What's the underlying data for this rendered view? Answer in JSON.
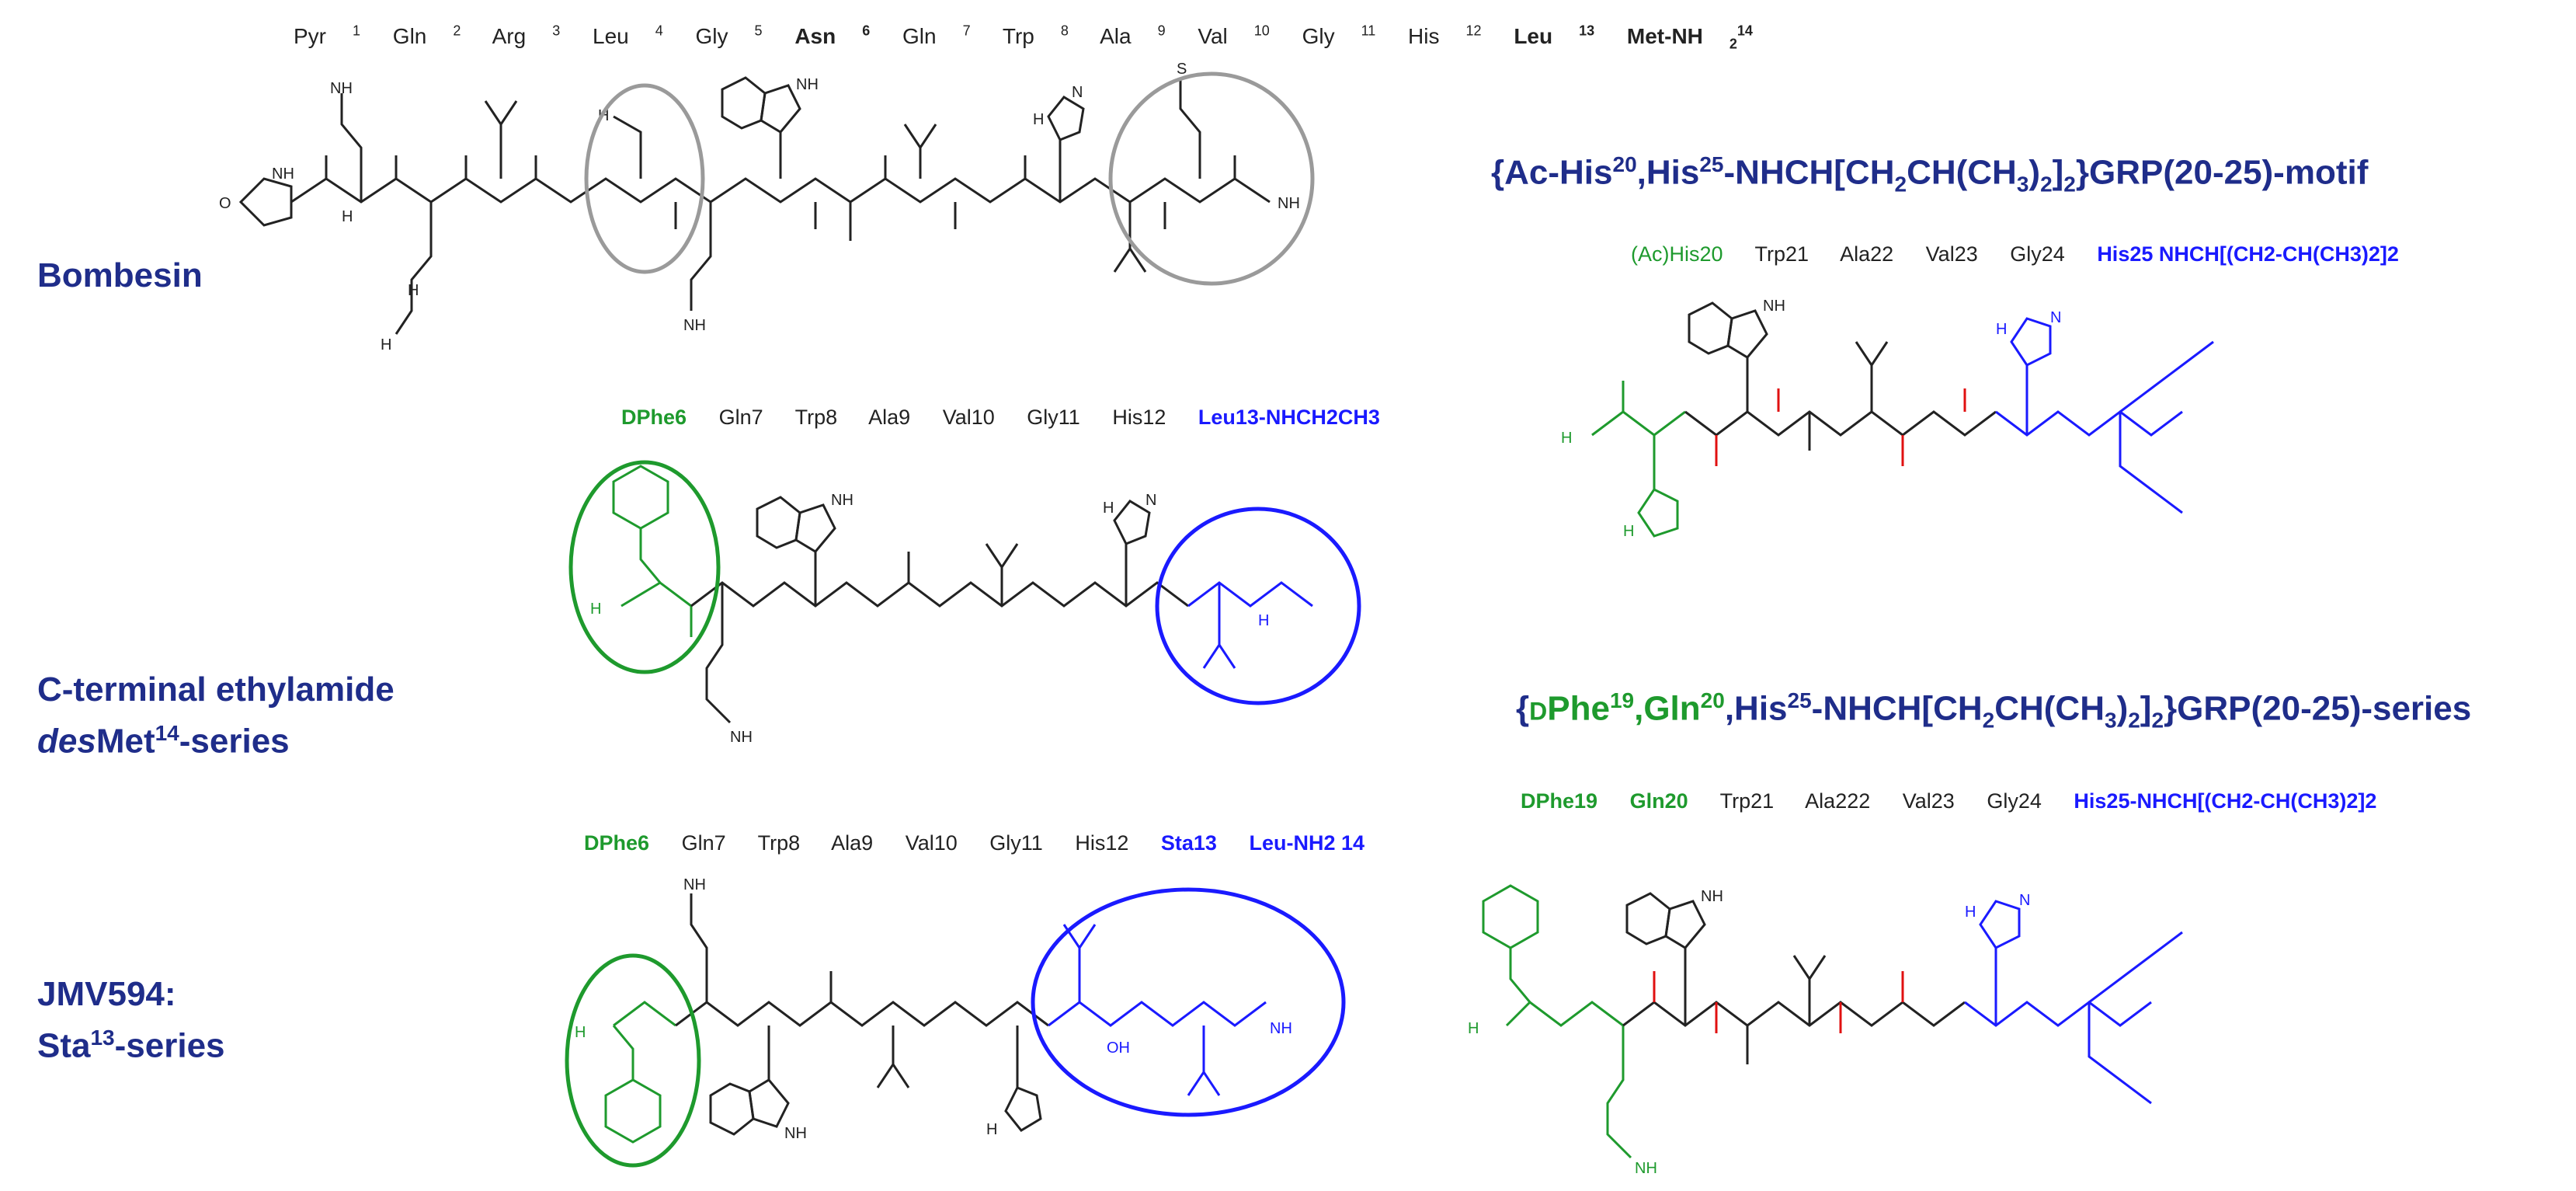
{
  "labels": {
    "bombesin": "Bombesin",
    "ethylamide_line1": "C-terminal  ethylamide",
    "ethylamide_line2_italic": "des",
    "ethylamide_line2_rest": "Met",
    "ethylamide_line2_sup": "14",
    "ethylamide_line2_end": "-series",
    "jmv_line1": "JMV594:",
    "jmv_line2": "Sta",
    "jmv_line2_sup": "13",
    "jmv_line2_end": "-series"
  },
  "titles": {
    "motif": "{Ac-His20,His25-NHCH[CH2CH(CH3)2]2}GRP(20-25)-motif",
    "motif_parts": [
      "{Ac-His",
      "20",
      ",His",
      "25",
      "-NHCH[CH",
      "2",
      "CH(CH",
      "3",
      ")",
      "2",
      "]",
      "2",
      "}GRP(20-25)-motif"
    ],
    "series": "{DPhe19,Gln20,His25-NHCH[CH2CH(CH3)2]2}GRP(20-25)-series",
    "series_parts": [
      "{",
      "D",
      "Phe",
      "19",
      ",Gln",
      "20",
      ",His",
      "25",
      "-NHCH[CH",
      "2",
      "CH(CH",
      "3",
      ")",
      "2",
      "]",
      "2",
      "}GRP(20-25)-series"
    ]
  },
  "bombesin_residues": [
    {
      "name": "Pyr",
      "num": "1",
      "bold": false
    },
    {
      "name": "Gln",
      "num": "2",
      "bold": false
    },
    {
      "name": "Arg",
      "num": "3",
      "bold": false
    },
    {
      "name": "Leu",
      "num": "4",
      "bold": false
    },
    {
      "name": "Gly",
      "num": "5",
      "bold": false
    },
    {
      "name": "Asn",
      "num": "6",
      "bold": true
    },
    {
      "name": "Gln",
      "num": "7",
      "bold": false
    },
    {
      "name": "Trp",
      "num": "8",
      "bold": false
    },
    {
      "name": "Ala",
      "num": "9",
      "bold": false
    },
    {
      "name": "Val",
      "num": "10",
      "bold": false
    },
    {
      "name": "Gly",
      "num": "11",
      "bold": false
    },
    {
      "name": "His",
      "num": "12",
      "bold": false
    },
    {
      "name": "Leu",
      "num": "13",
      "bold": true
    },
    {
      "name": "Met-NH",
      "sub": "2",
      "num": "14",
      "bold": true
    }
  ],
  "ethylamide_residues": [
    "DPhe6",
    "Gln7",
    "Trp8",
    "Ala9",
    "Val10",
    "Gly11",
    "His12",
    "Leu13-NHCH2CH3"
  ],
  "jmv_residues": [
    "DPhe6",
    "Gln7",
    "Trp8",
    "Ala9",
    "Val10",
    "Gly11",
    "His12",
    "Sta13",
    "Leu-NH2 14"
  ],
  "motif_residues": [
    "(Ac)His20",
    "Trp21",
    "Ala22",
    "Val23",
    "Gly24",
    "His25 NHCH[(CH2-CH(CH3)2]2"
  ],
  "series_residues": [
    "DPhe19",
    "Gln20",
    "Trp21",
    "Ala222",
    "Val23",
    "Gly24",
    "His25-NHCH[(CH2-CH(CH3)2]2"
  ],
  "atoms": {
    "NH": "NH",
    "N": "N",
    "H": "H",
    "O": "O",
    "NH2": "NH",
    "H2N": "H",
    "OH": "OH",
    "S": "S",
    "H3C": "H",
    "sub2": "2",
    "sub3": "3"
  },
  "colors": {
    "navy": "#1f2d8a",
    "green": "#1e9a2d",
    "blue": "#1a1aff",
    "gray_circle": "#9a9a9a",
    "red_oxygen": "#e01010",
    "black": "#222222"
  }
}
